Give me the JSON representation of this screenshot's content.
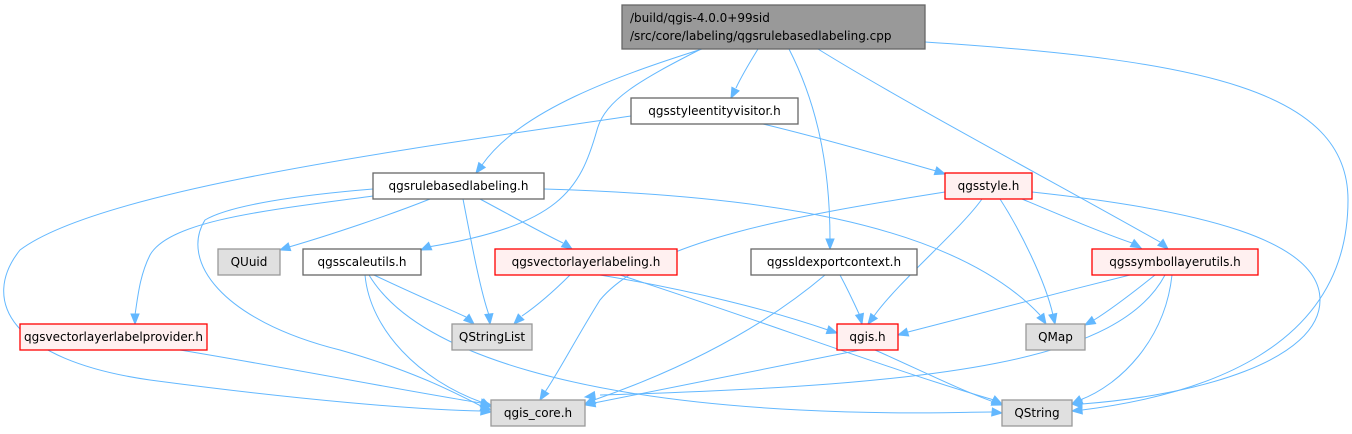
{
  "diagram": {
    "type": "include-dependency-graph",
    "colors": {
      "edge": "#63b8ff",
      "root_fill": "#999999",
      "root_border": "#666666",
      "normal_fill": "#ffffff",
      "normal_border": "#666666",
      "incomplete_fill": "#fff0f0",
      "incomplete_border": "#ff0000",
      "external_fill": "#e0e0e0",
      "external_border": "#999999"
    },
    "nodes": [
      {
        "id": "root",
        "kind": "root",
        "lines": [
          "/build/qgis-4.0.0+99sid",
          "/src/core/labeling/qgsrulebasedlabeling.cpp"
        ]
      },
      {
        "id": "qgsstyleentityvisitor",
        "kind": "normal",
        "lines": [
          "qgsstyleentityvisitor.h"
        ]
      },
      {
        "id": "qgsrulebasedlabeling",
        "kind": "normal",
        "lines": [
          "qgsrulebasedlabeling.h"
        ]
      },
      {
        "id": "qgsstyle",
        "kind": "incomplete",
        "lines": [
          "qgsstyle.h"
        ]
      },
      {
        "id": "QUuid",
        "kind": "external",
        "lines": [
          "QUuid"
        ]
      },
      {
        "id": "qgsscaleutils",
        "kind": "normal",
        "lines": [
          "qgsscaleutils.h"
        ]
      },
      {
        "id": "qgsvectorlayerlabeling",
        "kind": "incomplete",
        "lines": [
          "qgsvectorlayerlabeling.h"
        ]
      },
      {
        "id": "qgssldexportcontext",
        "kind": "normal",
        "lines": [
          "qgssldexportcontext.h"
        ]
      },
      {
        "id": "qgssymbollayerutils",
        "kind": "incomplete",
        "lines": [
          "qgssymbollayerutils.h"
        ]
      },
      {
        "id": "qgsvectorlayerlabelprovider",
        "kind": "incomplete",
        "lines": [
          "qgsvectorlayerlabelprovider.h"
        ]
      },
      {
        "id": "QStringList",
        "kind": "external",
        "lines": [
          "QStringList"
        ]
      },
      {
        "id": "qgis",
        "kind": "incomplete",
        "lines": [
          "qgis.h"
        ]
      },
      {
        "id": "QMap",
        "kind": "external",
        "lines": [
          "QMap"
        ]
      },
      {
        "id": "qgis_core",
        "kind": "external",
        "lines": [
          "qgis_core.h"
        ]
      },
      {
        "id": "QString",
        "kind": "external",
        "lines": [
          "QString"
        ]
      }
    ],
    "edges": [
      {
        "from": "root",
        "to": "qgsrulebasedlabeling"
      },
      {
        "from": "root",
        "to": "qgsstyleentityvisitor"
      },
      {
        "from": "root",
        "to": "qgsscaleutils"
      },
      {
        "from": "root",
        "to": "qgssldexportcontext"
      },
      {
        "from": "root",
        "to": "qgssymbollayerutils"
      },
      {
        "from": "root",
        "to": "QString"
      },
      {
        "from": "qgsstyleentityvisitor",
        "to": "qgis_core"
      },
      {
        "from": "qgsstyleentityvisitor",
        "to": "qgsstyle"
      },
      {
        "from": "qgsrulebasedlabeling",
        "to": "qgis_core"
      },
      {
        "from": "qgsrulebasedlabeling",
        "to": "QUuid"
      },
      {
        "from": "qgsrulebasedlabeling",
        "to": "qgsvectorlayerlabeling"
      },
      {
        "from": "qgsrulebasedlabeling",
        "to": "QStringList"
      },
      {
        "from": "qgsrulebasedlabeling",
        "to": "qgsvectorlayerlabelprovider"
      },
      {
        "from": "qgsrulebasedlabeling",
        "to": "QMap"
      },
      {
        "from": "qgsstyle",
        "to": "qgis_core"
      },
      {
        "from": "qgsstyle",
        "to": "qgis"
      },
      {
        "from": "qgsstyle",
        "to": "QMap"
      },
      {
        "from": "qgsstyle",
        "to": "qgssymbollayerutils"
      },
      {
        "from": "qgsstyle",
        "to": "QString"
      },
      {
        "from": "qgsscaleutils",
        "to": "QStringList"
      },
      {
        "from": "qgsscaleutils",
        "to": "qgis_core"
      },
      {
        "from": "qgsscaleutils",
        "to": "QString"
      },
      {
        "from": "qgsvectorlayerlabeling",
        "to": "QStringList"
      },
      {
        "from": "qgsvectorlayerlabeling",
        "to": "qgis"
      },
      {
        "from": "qgsvectorlayerlabeling",
        "to": "QString"
      },
      {
        "from": "qgssldexportcontext",
        "to": "qgis"
      },
      {
        "from": "qgssldexportcontext",
        "to": "qgis_core"
      },
      {
        "from": "qgssymbollayerutils",
        "to": "qgis"
      },
      {
        "from": "qgssymbollayerutils",
        "to": "QMap"
      },
      {
        "from": "qgssymbollayerutils",
        "to": "qgis_core"
      },
      {
        "from": "qgssymbollayerutils",
        "to": "QString"
      },
      {
        "from": "qgsvectorlayerlabelprovider",
        "to": "qgis_core"
      },
      {
        "from": "qgis",
        "to": "qgis_core"
      },
      {
        "from": "qgis",
        "to": "QString"
      }
    ]
  }
}
